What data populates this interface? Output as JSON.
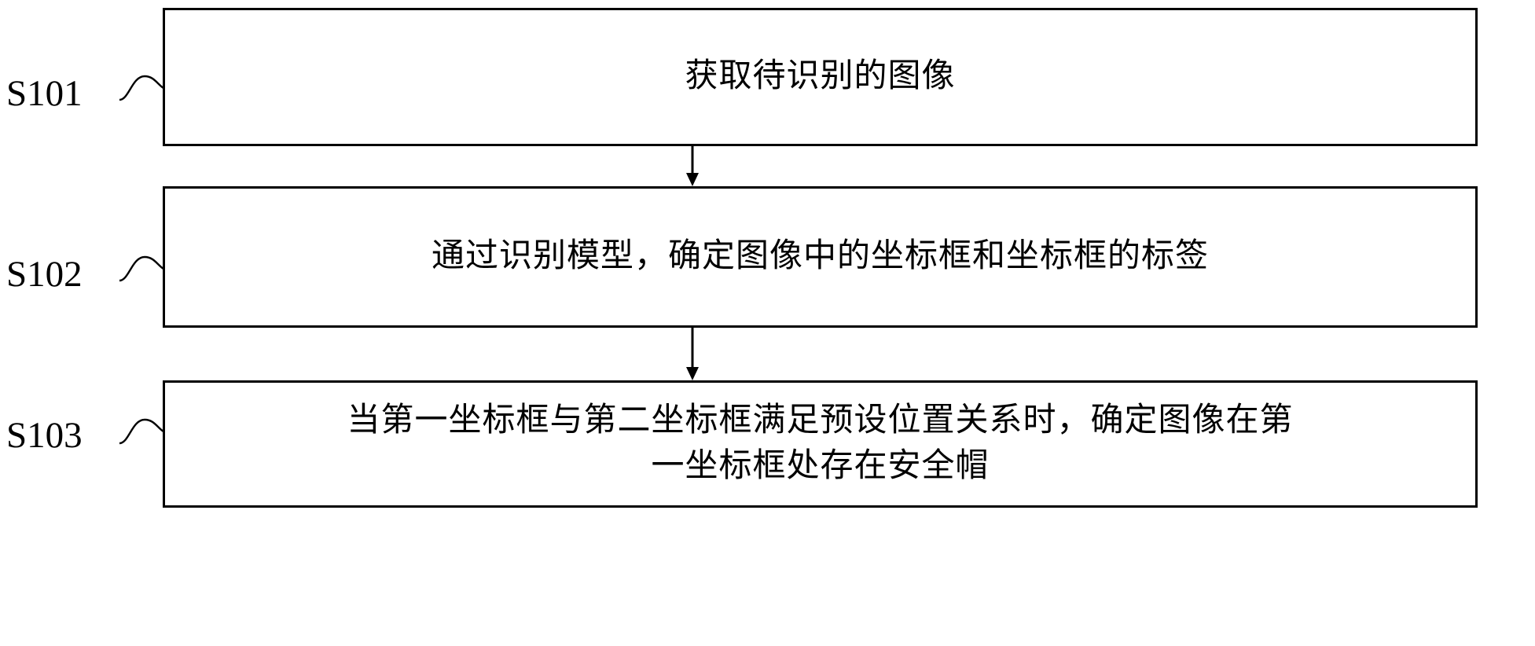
{
  "figure": {
    "type": "patent-flowchart",
    "orientation": "vertical",
    "background_color": "#ffffff",
    "line_color": "#000000"
  },
  "steps": [
    {
      "id": "S101",
      "label": "S101",
      "text": "获取待识别的图像",
      "lines": [
        "获取待识别的图像"
      ]
    },
    {
      "id": "S102",
      "label": "S102",
      "text": "通过识别模型，确定图像中的坐标框和坐标框的标签",
      "lines": [
        "通过识别模型，确定图像中的坐标框和坐标框的标签"
      ]
    },
    {
      "id": "S103",
      "label": "S103",
      "text": "当第一坐标框与第二坐标框满足预设位置关系时，确定图像在第\n一坐标框处存在安全帽",
      "lines": [
        "当第一坐标框与第二坐标框满足预设位置关系时，确定图像在第",
        "一坐标框处存在安全帽"
      ]
    }
  ],
  "connectors": [
    {
      "name": "arrow-s101-to-s102",
      "from": "S101",
      "to": "S102",
      "direction": "down"
    },
    {
      "name": "arrow-s102-to-s103",
      "from": "S102",
      "to": "S103",
      "direction": "down"
    }
  ],
  "leader_lines": [
    {
      "name": "leader-s101",
      "for": "S101",
      "style": "wavy"
    },
    {
      "name": "leader-s102",
      "for": "S102",
      "style": "wavy"
    },
    {
      "name": "leader-s103",
      "for": "S103",
      "style": "wavy"
    }
  ]
}
